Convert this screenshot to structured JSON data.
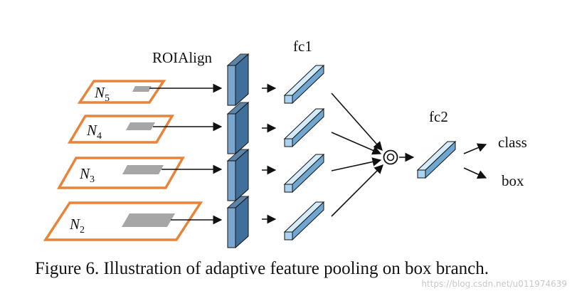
{
  "labels": {
    "roialign": "ROIAlign",
    "fc1": "fc1",
    "fc2": "fc2",
    "class_output": "class",
    "box_output": "box"
  },
  "levels": [
    {
      "base": "N",
      "sub": "5"
    },
    {
      "base": "N",
      "sub": "4"
    },
    {
      "base": "N",
      "sub": "3"
    },
    {
      "base": "N",
      "sub": "2"
    }
  ],
  "caption": "Figure 6. Illustration of adaptive feature pooling on box branch.",
  "watermark": "https://blog.csdn.net/u011974639",
  "colors": {
    "level_frame": "#e8843a",
    "roi": "#a6a6a6",
    "roi_feature_front": "#7aa6cf",
    "roi_feature_side": "#3f6f9a",
    "fc_front": "#a9d3f0",
    "fc_top": "#d3ebfa",
    "fc_side": "#6fa7d1",
    "stroke": "#111111"
  }
}
